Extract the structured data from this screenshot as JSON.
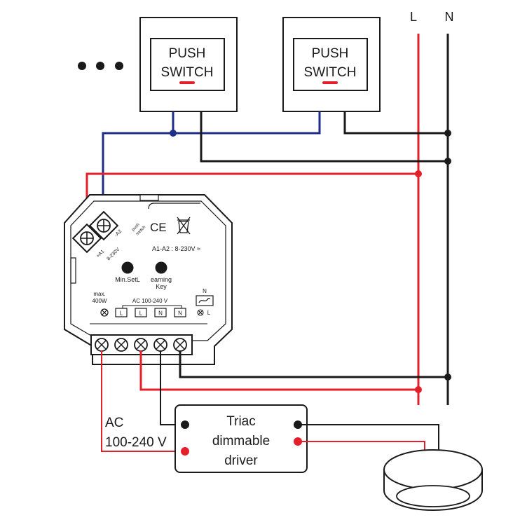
{
  "switches": [
    {
      "line1": "PUSH",
      "line2": "SWITCH"
    },
    {
      "line1": "PUSH",
      "line2": "SWITCH"
    }
  ],
  "bus": {
    "live": "L",
    "neutral": "N"
  },
  "module": {
    "input_left": "+A1",
    "input_right": "-A2",
    "input_range": "8-230V",
    "push_label_1": "push",
    "push_label_2": "switch",
    "ce_mark": "CE",
    "a1a2": "A1-A2 : 8-230V ≈",
    "btn_min": "Min.SetL",
    "btn_learn_1": "earning",
    "btn_learn_2": "Key",
    "max_1": "max.",
    "max_2": "400W",
    "ac_range": "AC 100-240 V",
    "terminals": [
      "L",
      "L",
      "N",
      "N"
    ],
    "n_label": "N",
    "l_label": "L"
  },
  "ac_label_1": "AC",
  "ac_label_2": "100-240 V",
  "driver": {
    "line1": "Triac",
    "line2": "dimmable",
    "line3": "driver"
  },
  "colors": {
    "live": "#e3202a",
    "control": "#1f2d8a",
    "neutral": "#1a1a1a"
  }
}
